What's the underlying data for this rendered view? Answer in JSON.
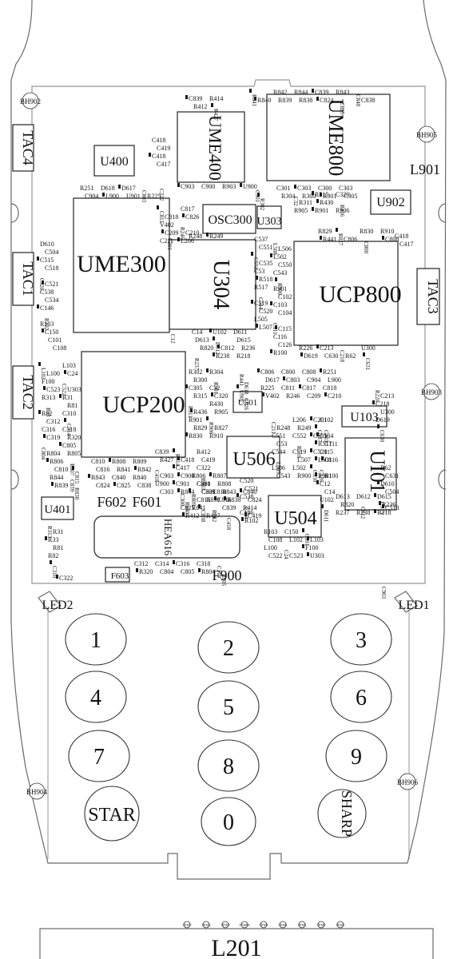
{
  "board": {
    "keys": [
      "1",
      "2",
      "3",
      "4",
      "5",
      "6",
      "7",
      "8",
      "9",
      "STAR",
      "0",
      "SHARP"
    ],
    "chips": [
      "UME300",
      "U304",
      "UCP800",
      "UCP200",
      "U506",
      "U504",
      "UI01",
      "UME800",
      "UME400",
      "OSC300",
      "U400",
      "U303",
      "U902",
      "U103",
      "U501",
      "U401",
      "HEA616"
    ],
    "tactiles": [
      "TAC4",
      "TAC1",
      "TAC3",
      "TAC2"
    ],
    "leds": [
      "LED2",
      "LED1"
    ],
    "bosses": [
      "BH902",
      "BH905",
      "BH903",
      "BH904",
      "BH906"
    ],
    "inductors": [
      "L901",
      "L201"
    ],
    "fuses": [
      "F602",
      "F601",
      "F603",
      "F900"
    ],
    "testpoints": [
      "TP307",
      "TP306",
      "TP300",
      "TP300A",
      "TP308",
      "TP302",
      "TP301",
      "TP300",
      "TP201"
    ],
    "small_parts": [
      "R841",
      "R842",
      "R844",
      "C839",
      "R843",
      "C840",
      "R840",
      "R839",
      "R838",
      "C824",
      "C825",
      "C838",
      "C839",
      "R414",
      "R412",
      "R427",
      "C418",
      "C419",
      "C418",
      "C417",
      "C322",
      "C903",
      "C900",
      "R903",
      "U900",
      "C901",
      "C301",
      "C303",
      "C300",
      "C303",
      "R302",
      "R304",
      "R300",
      "R301",
      "C305",
      "C32",
      "R315",
      "C320",
      "R311",
      "R430",
      "R436",
      "R905",
      "R901",
      "R906",
      "R829",
      "R827",
      "R830",
      "R910",
      "R441",
      "C806",
      "C800",
      "C808",
      "R251",
      "D618",
      "D617",
      "C803",
      "C904",
      "L900",
      "U901",
      "R225",
      "C811",
      "C817",
      "C818",
      "C826",
      "V402",
      "R246",
      "C209",
      "C210",
      "C211",
      "L206",
      "C201",
      "R248",
      "R249",
      "C537",
      "C551",
      "C552",
      "C535",
      "C53",
      "R518",
      "R517",
      "C544",
      "C519",
      "C520",
      "L505",
      "L507",
      "L508",
      "L506",
      "L502",
      "C550",
      "C543",
      "R900",
      "R901",
      "C102",
      "C103",
      "C104",
      "C111",
      "C115",
      "C116",
      "C126",
      "R100",
      "C12",
      "C14",
      "U102",
      "D611",
      "D613",
      "D612",
      "D615",
      "R820",
      "C812",
      "R236",
      "R237",
      "R238",
      "R218",
      "R226",
      "C213",
      "C218",
      "U300",
      "D619",
      "C630",
      "R62",
      "C631",
      "D610",
      "C504",
      "C515",
      "C518",
      "C520",
      "C521",
      "C538",
      "C534",
      "C146",
      "R102",
      "R103",
      "C150",
      "C101",
      "C108",
      "L102",
      "L103",
      "L100",
      "C24",
      "F100",
      "C522",
      "C523",
      "U303",
      "R313",
      "R31",
      "R33",
      "R81",
      "R82",
      "C310",
      "C312",
      "C314",
      "C316",
      "C318",
      "C319",
      "R320",
      "C804",
      "C805",
      "R804",
      "R805",
      "R806",
      "R807",
      "C810",
      "R808",
      "R809",
      "C810",
      "C815",
      "C816"
    ]
  }
}
